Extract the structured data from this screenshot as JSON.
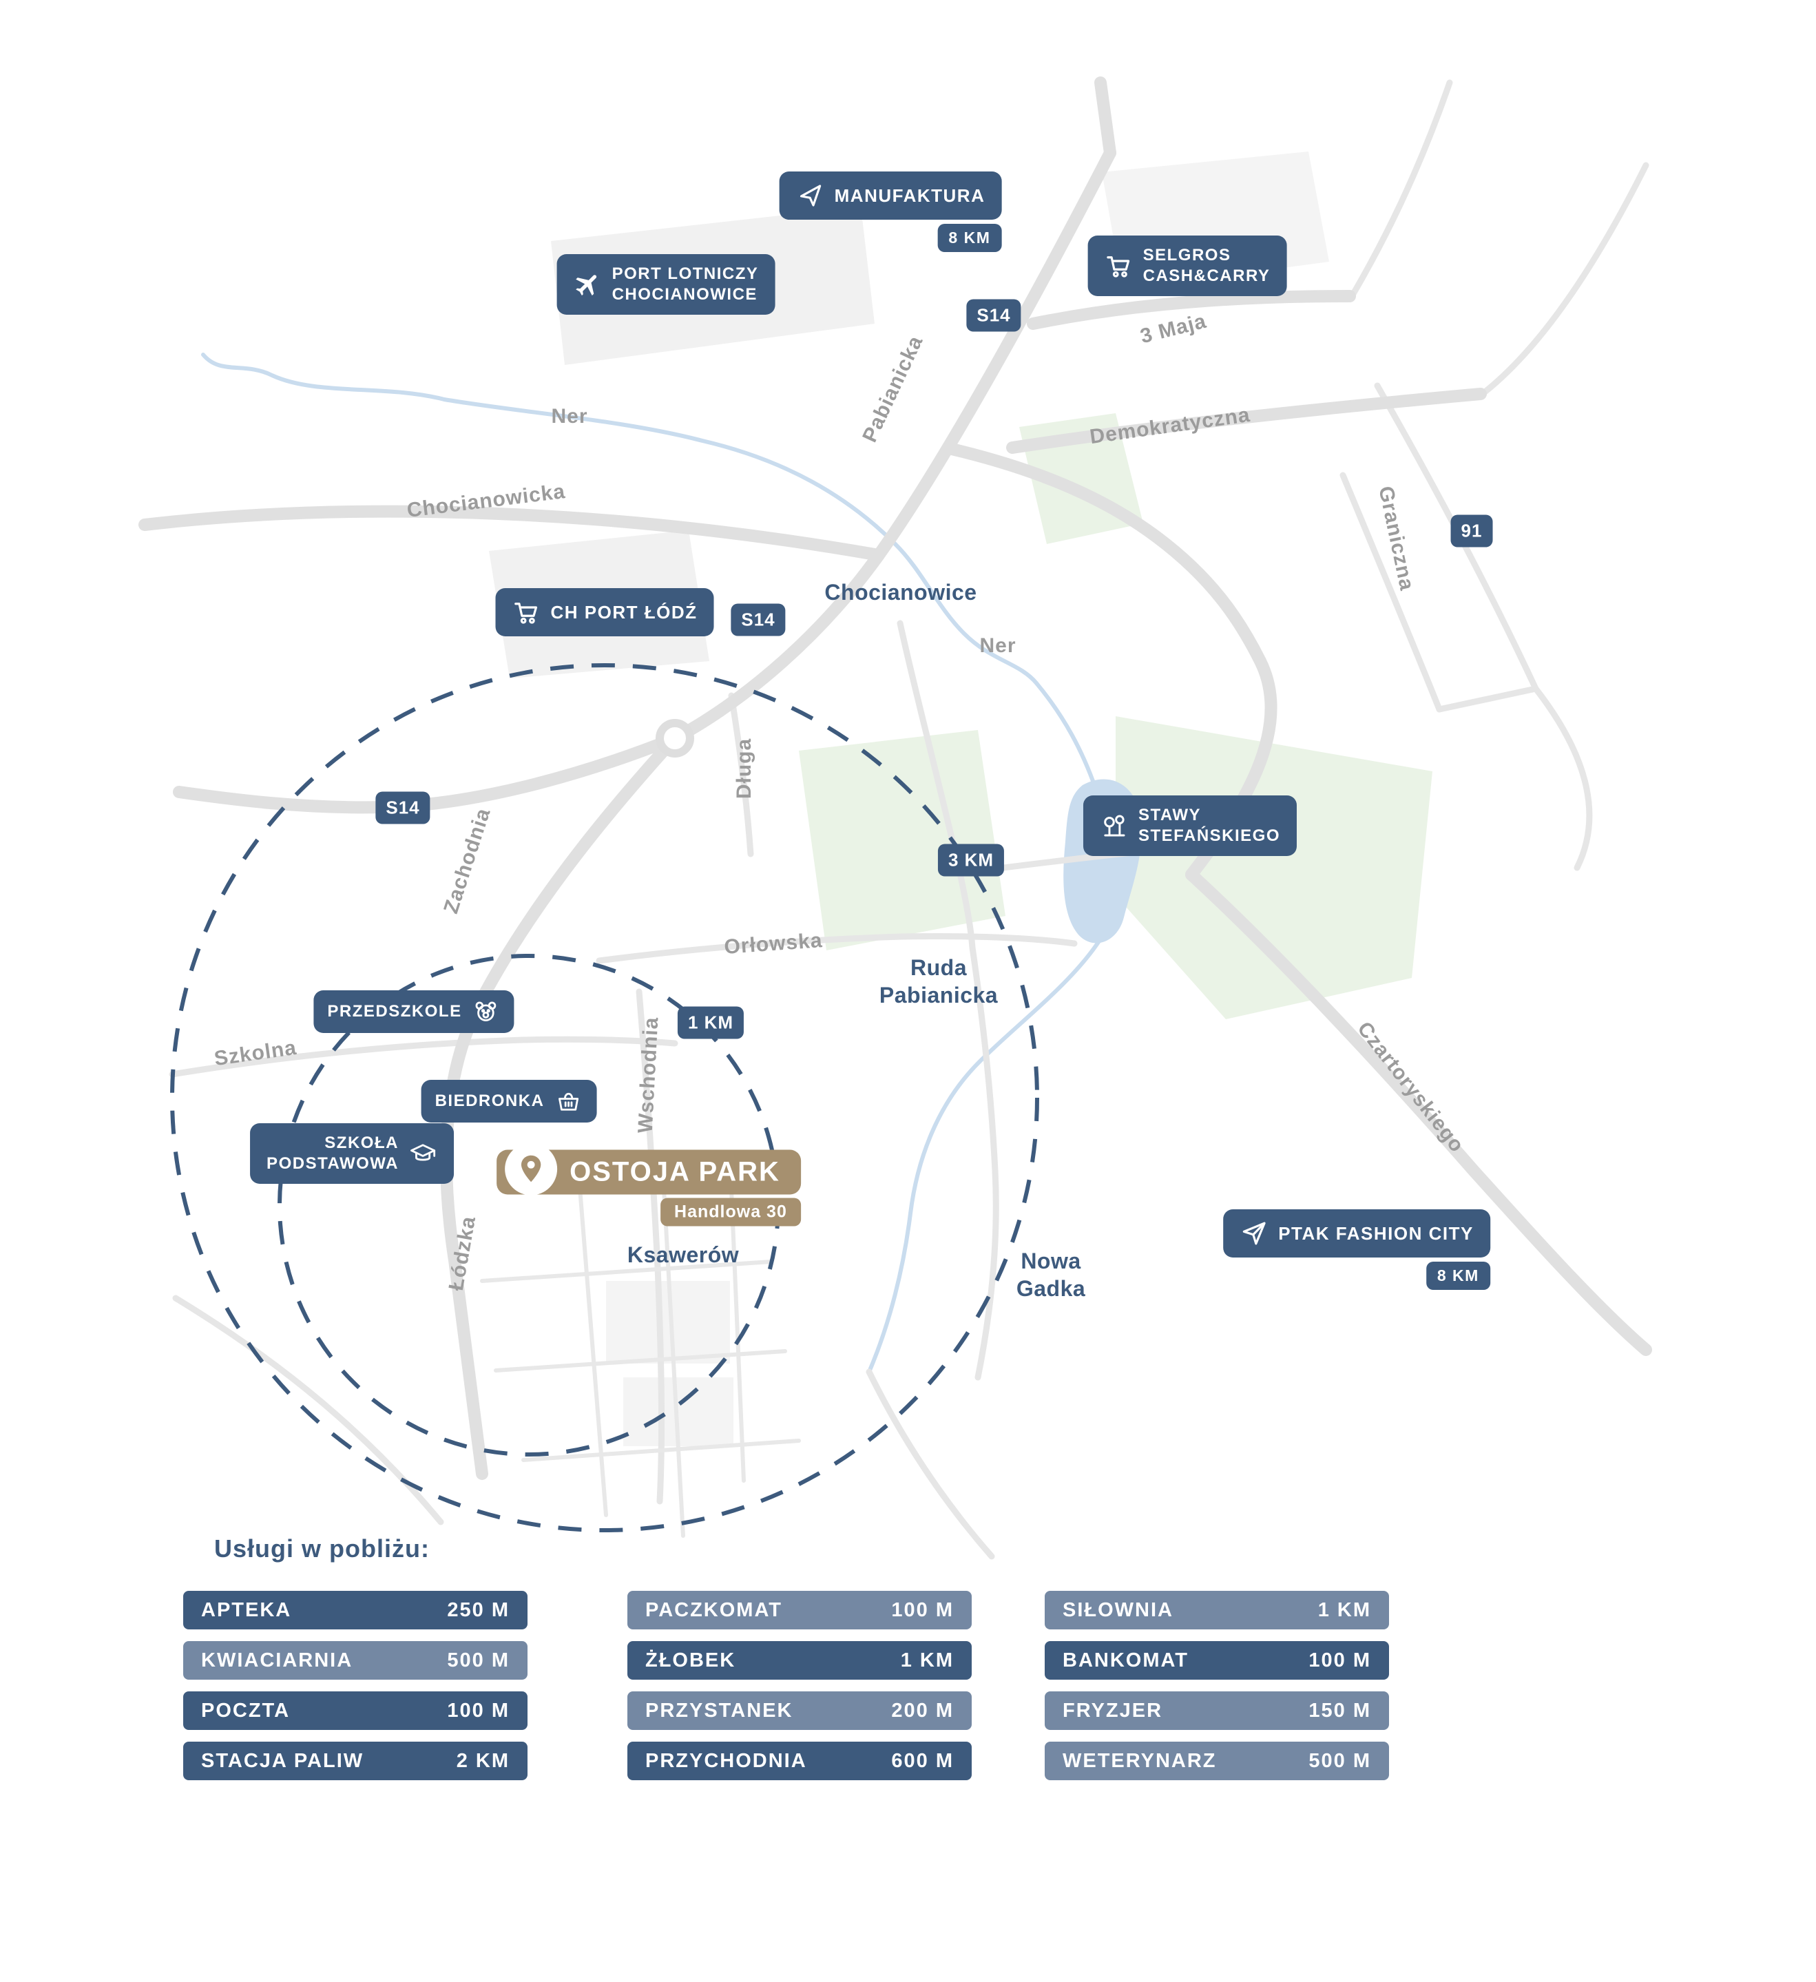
{
  "colors": {
    "navy": "#3d5a7d",
    "tan": "#a6906f",
    "legend_light": "#7488a3",
    "road_gray": "#e0e0e0",
    "river_blue": "#c9dcee",
    "green_area": "#eaf3e6",
    "label_gray": "#9b9b9b"
  },
  "pois": {
    "manufaktura": {
      "label": "MANUFAKTURA",
      "distance": "8 KM"
    },
    "port_lotniczy": {
      "line1": "PORT LOTNICZY",
      "line2": "CHOCIANOWICE"
    },
    "selgros": {
      "line1": "SELGROS",
      "line2": "CASH&CARRY"
    },
    "ch_port_lodz": {
      "label": "CH PORT ŁÓDŹ"
    },
    "stawy": {
      "line1": "STAWY",
      "line2": "STEFAŃSKIEGO"
    },
    "ptak": {
      "label": "PTAK FASHION CITY",
      "distance": "8 KM"
    },
    "przedszkole": {
      "label": "PRZEDSZKOLE"
    },
    "biedronka": {
      "label": "BIEDRONKA"
    },
    "szkola": {
      "line1": "SZKOŁA",
      "line2": "PODSTAWOWA"
    },
    "ostoja": {
      "title": "OSTOJA PARK",
      "subtitle": "Handlowa 30"
    }
  },
  "shields": {
    "s14": "S14",
    "r91": "91"
  },
  "distance_badges": {
    "km3": "3 KM",
    "km1": "1 KM"
  },
  "road_labels": {
    "pabianicka": "Pabianicka",
    "maja": "3 Maja",
    "demokratyczna": "Demokratyczna",
    "graniczna": "Graniczna",
    "ner1": "Ner",
    "ner2": "Ner",
    "chocianowicka": "Chocianowicka",
    "dluga": "Długa",
    "zachodnia": "Zachodnia",
    "orlowska": "Orłowska",
    "szkolna": "Szkolna",
    "wschodnia": "Wschodnia",
    "lodzka": "Łódzka",
    "czartoryskiego": "Czartoryskiego"
  },
  "places": {
    "chocianowice": "Chocianowice",
    "ruda": {
      "line1": "Ruda",
      "line2": "Pabianicka"
    },
    "ksawerow": "Ksawerów",
    "nowa_gadka": {
      "line1": "Nowa",
      "line2": "Gadka"
    }
  },
  "legend": {
    "title": "Usługi w pobliżu:",
    "columns": [
      [
        {
          "name": "APTEKA",
          "value": "250 M",
          "variant": "dark"
        },
        {
          "name": "KWIACIARNIA",
          "value": "500 M",
          "variant": "light"
        },
        {
          "name": "POCZTA",
          "value": "100 M",
          "variant": "dark"
        },
        {
          "name": "STACJA PALIW",
          "value": "2 KM",
          "variant": "dark"
        }
      ],
      [
        {
          "name": "PACZKOMAT",
          "value": "100 M",
          "variant": "light"
        },
        {
          "name": "ŻŁOBEK",
          "value": "1 KM",
          "variant": "dark"
        },
        {
          "name": "PRZYSTANEK",
          "value": "200 M",
          "variant": "light"
        },
        {
          "name": "PRZYCHODNIA",
          "value": "600 M",
          "variant": "dark"
        }
      ],
      [
        {
          "name": "SIŁOWNIA",
          "value": "1 KM",
          "variant": "light"
        },
        {
          "name": "BANKOMAT",
          "value": "100 M",
          "variant": "dark"
        },
        {
          "name": "FRYZJER",
          "value": "150 M",
          "variant": "light"
        },
        {
          "name": "WETERYNARZ",
          "value": "500 M",
          "variant": "light"
        }
      ]
    ]
  }
}
